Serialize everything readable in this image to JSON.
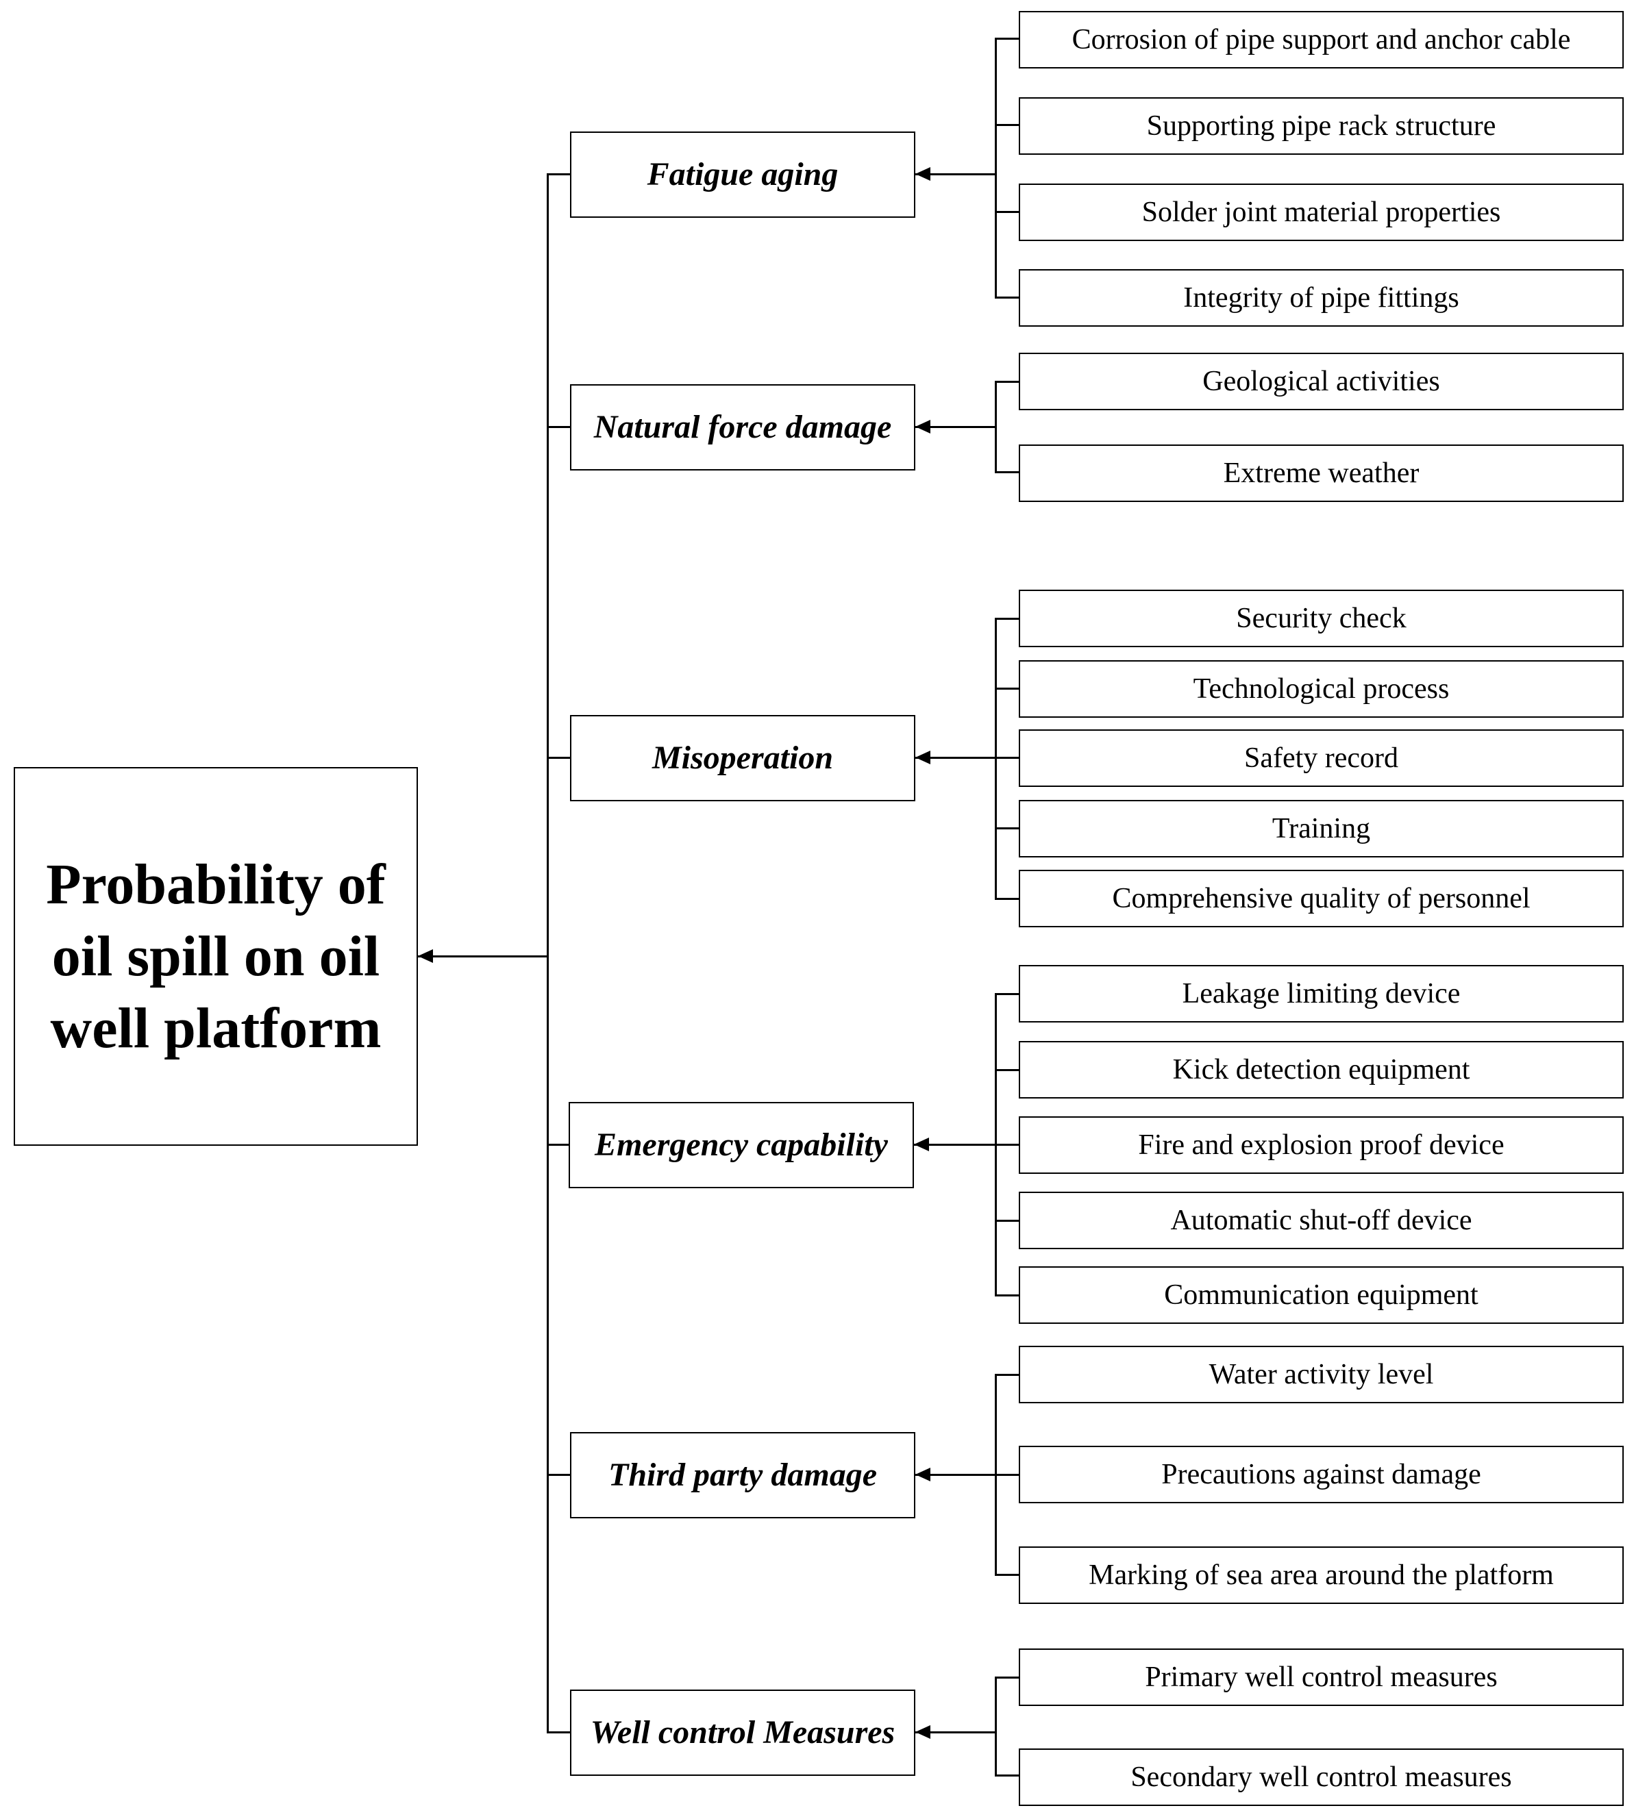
{
  "root": {
    "label": "Probability of oil spill on oil well platform"
  },
  "categories": [
    {
      "label": "Fatigue aging",
      "factors": [
        "Corrosion of pipe support and anchor cable",
        "Supporting pipe rack structure",
        "Solder joint material properties",
        "Integrity of pipe fittings"
      ]
    },
    {
      "label": "Natural force damage",
      "factors": [
        "Geological activities",
        "Extreme weather"
      ]
    },
    {
      "label": "Misoperation",
      "factors": [
        "Security check",
        "Technological process",
        "Safety record",
        "Training",
        "Comprehensive quality of personnel"
      ]
    },
    {
      "label": "Emergency capability",
      "factors": [
        "Leakage limiting device",
        "Kick detection equipment",
        "Fire and explosion proof device",
        "Automatic shut-off device",
        "Communication equipment"
      ]
    },
    {
      "label": "Third party damage",
      "factors": [
        "Water activity level",
        "Precautions against damage",
        "Marking of sea area around the platform"
      ]
    },
    {
      "label": "Well control Measures",
      "factors": [
        "Primary well control measures",
        "Secondary well control measures"
      ]
    }
  ]
}
